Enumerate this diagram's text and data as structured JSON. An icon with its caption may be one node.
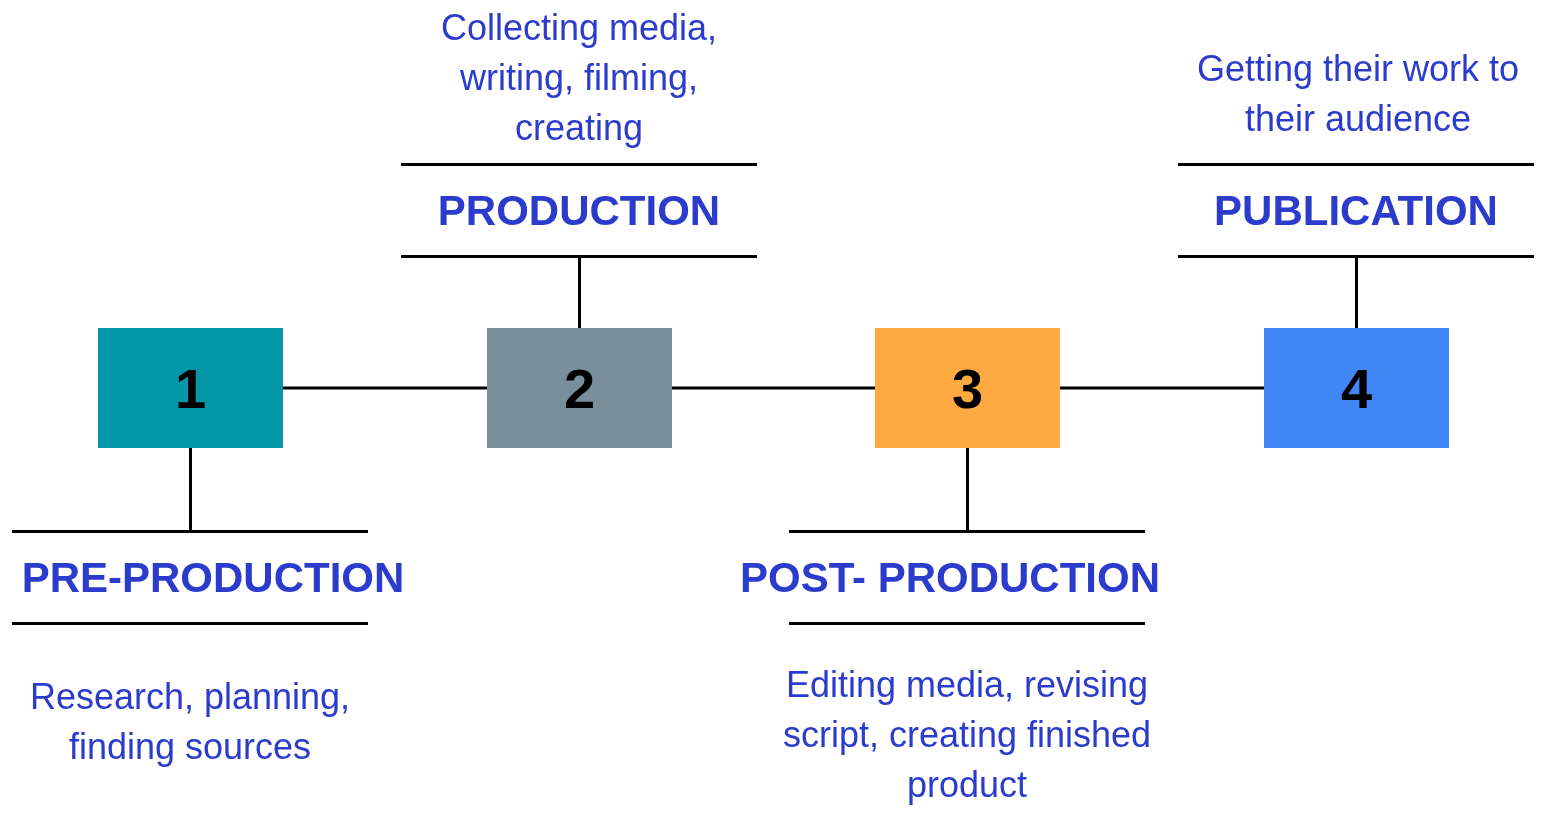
{
  "diagram": {
    "nodes": [
      {
        "text": [
          "1"
        ]
      },
      {
        "text": [
          "2"
        ]
      },
      {
        "text": [
          "3"
        ]
      },
      {
        "text": [
          "4"
        ]
      },
      {
        "text": [
          "PRE-PRODUCTION"
        ],
        "beside": [
          "Research, planning, finding sources"
        ]
      },
      {
        "text": [
          "PRODUCTION"
        ],
        "beside": [
          "Collecting media, writing, filming, creating"
        ]
      },
      {
        "text": [
          "POST- PRODUCTION"
        ],
        "beside": [
          "Editing media, revising script, creating finished product"
        ]
      },
      {
        "text": [
          "PUBLICATION"
        ],
        "beside": [
          "Getting their work to their audience"
        ]
      }
    ],
    "edges": [
      {
        "from": 0,
        "to": 1,
        "arrow": "none"
      },
      {
        "from": 1,
        "to": 2,
        "arrow": "none"
      },
      {
        "from": 2,
        "to": 3,
        "arrow": "none"
      },
      {
        "from": 0,
        "to": 4,
        "arrow": "none"
      },
      {
        "from": 1,
        "to": 5,
        "arrow": "none"
      },
      {
        "from": 2,
        "to": 6,
        "arrow": "none"
      },
      {
        "from": 3,
        "to": 7,
        "arrow": "none"
      }
    ]
  }
}
